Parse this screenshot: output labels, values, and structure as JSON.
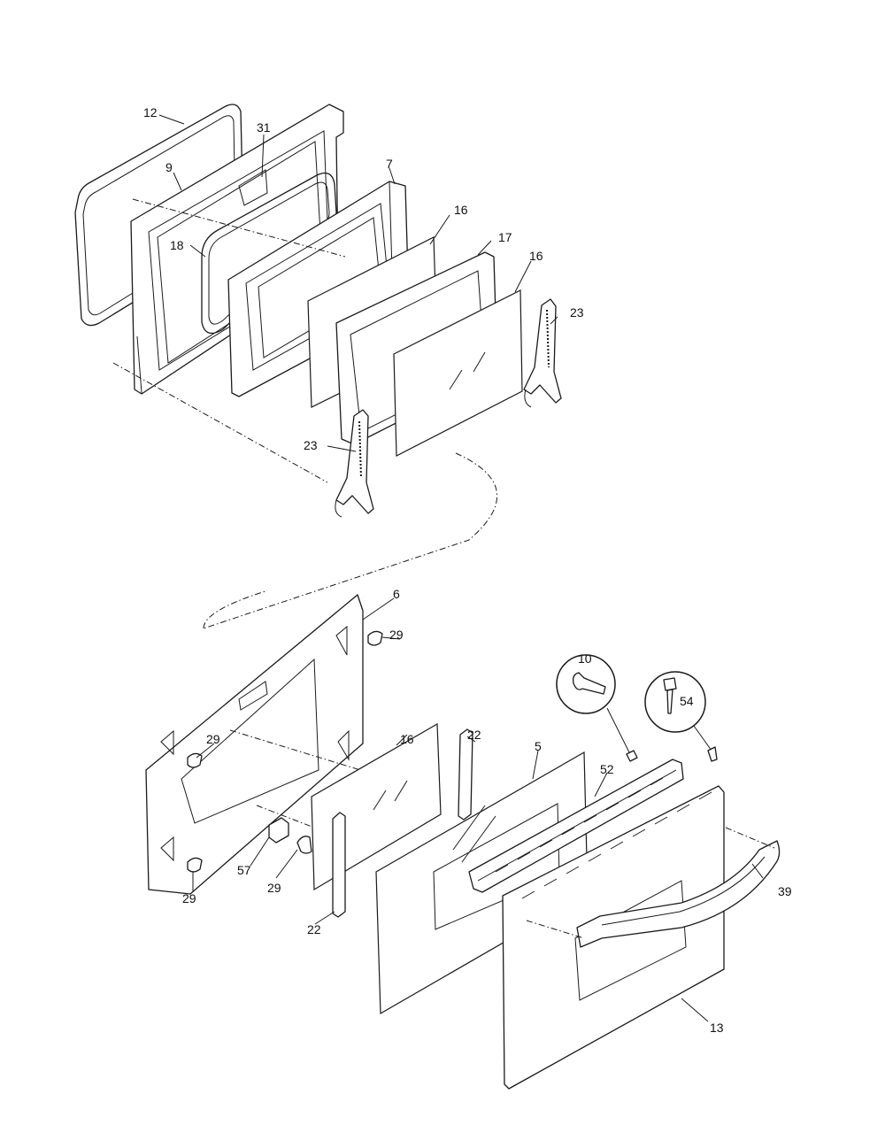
{
  "callouts": {
    "c12": "12",
    "c9": "9",
    "c31": "31",
    "c7": "7",
    "c16a": "16",
    "c17": "17",
    "c16b": "16",
    "c18": "18",
    "c23a": "23",
    "c23b": "23",
    "c6": "6",
    "c29a": "29",
    "c29b": "29",
    "c16c": "16",
    "c22a": "22",
    "c5": "5",
    "c52": "52",
    "c10": "10",
    "c54": "54",
    "c39": "39",
    "c57": "57",
    "c29c": "29",
    "c29d": "29",
    "c22b": "22",
    "c13": "13"
  }
}
